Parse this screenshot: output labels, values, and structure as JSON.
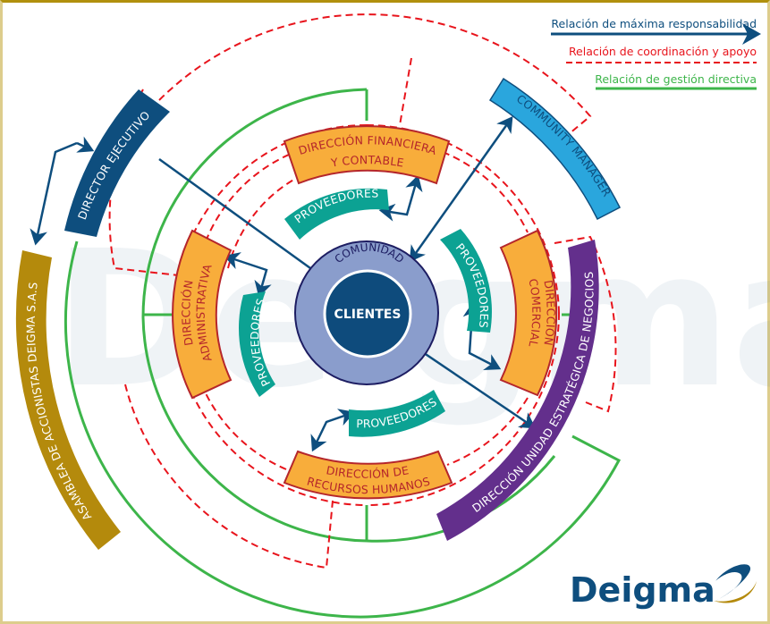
{
  "legend": {
    "items": [
      {
        "label": "Relación de máxima responsabilidad",
        "style": "solid-arrow",
        "color": "#0e4e7e"
      },
      {
        "label": "Relación de coordinación y apoyo",
        "style": "dashed",
        "color": "#e8141c"
      },
      {
        "label": "Relación de gestión directiva",
        "style": "solid",
        "color": "#3db54a"
      }
    ]
  },
  "colors": {
    "frame_top": "#b1900d",
    "frame_side": "#ddcd8c",
    "dark_blue": "#0e4e7e",
    "red_dash": "#e8141c",
    "green": "#3db54a",
    "orange": "#f8ad3b",
    "orange_border": "#b5262b",
    "teal": "#0ca293",
    "purple": "#632f8c",
    "gold": "#b48a0c",
    "light_blue": "#2aa6dd",
    "community_ring": "#8a9dcc",
    "client_core": "#0e4b7c"
  },
  "center": {
    "outer_label": "COMUNIDAD",
    "inner_label": "CLIENTES"
  },
  "departments": {
    "finance": {
      "line1": "DIRECCIÓN FINANCIERA",
      "line2": "Y CONTABLE"
    },
    "admin": {
      "line1": "DIRECCIÓN",
      "line2": "ADMINISTRATIVA"
    },
    "commercial": {
      "line1": "DIRECCIÓN",
      "line2": "COMERCIAL"
    },
    "hr": {
      "line1": "DIRECCIÓN DE",
      "line2": "RECURSOS HUMANOS"
    }
  },
  "suppliers": {
    "top": "PROVEEDORES",
    "left": "PROVEEDORES",
    "right": "PROVEEDORES",
    "bottom": "PROVEEDORES"
  },
  "outer_roles": {
    "director": "DIRECTOR EJECUTIVO",
    "assembly": "ASAMBLEA DE ACCIONISTAS DEIGMA S.A.S",
    "community_manager": "COMMUNITY MANAGER",
    "strategic_unit": "DIRECCIÓN UNIDAD ESTRATÉGICA DE NEGOCIOS"
  },
  "logo": {
    "text": "Deigma"
  }
}
